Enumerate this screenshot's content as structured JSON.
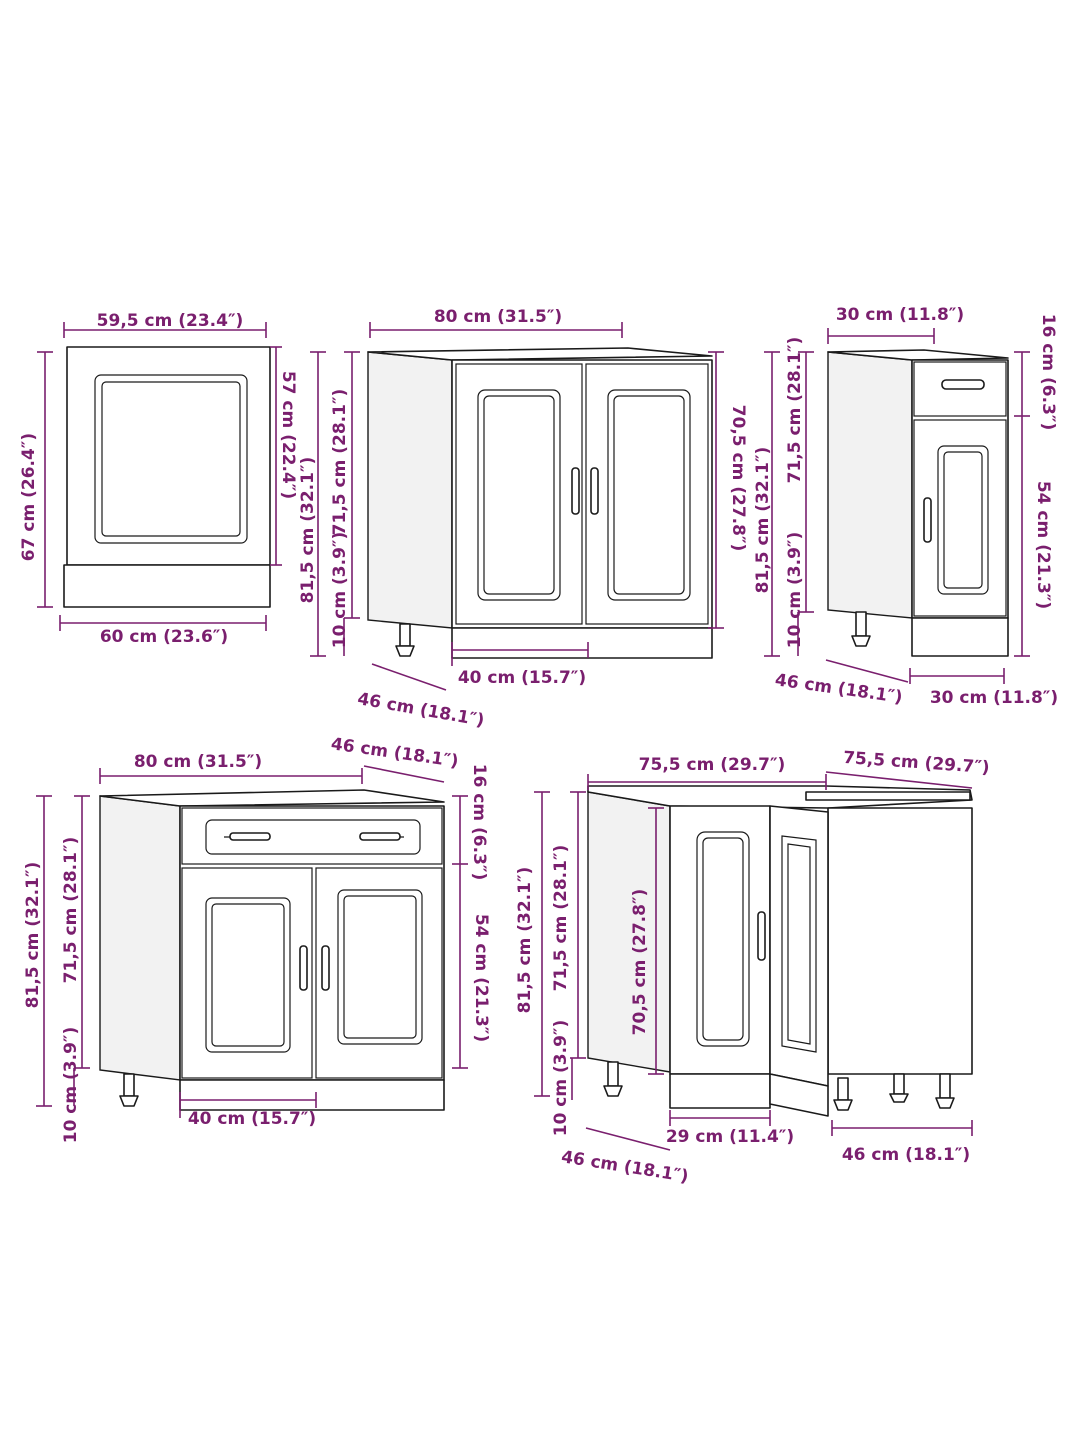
{
  "colors": {
    "dimension": "#7a1f6e",
    "outline": "#1a1a1a",
    "background": "#ffffff"
  },
  "cabinets": {
    "oven_unit": {
      "top_width": "59,5 cm (23.4″)",
      "bottom_width": "60 cm (23.6″)",
      "height": "67 cm (26.4″)",
      "inner_height": "57 cm (22.4″)"
    },
    "sink_unit": {
      "width": "80 cm (31.5″)",
      "door_height": "70,5 cm (27.8″)",
      "total_height": "81,5 cm (32.1″)",
      "body_height": "71,5 cm (28.1″)",
      "leg_height": "10 cm (3.9″)",
      "door_width": "40 cm (15.7″)",
      "depth": "46 cm (18.1″)"
    },
    "narrow_unit": {
      "width": "30 cm (11.8″)",
      "drawer_height": "16 cm (6.3″)",
      "door_height": "54 cm (21.3″)",
      "total_height": "81,5 cm (32.1″)",
      "body_height": "71,5 cm (28.1″)",
      "leg_height": "10 cm (3.9″)",
      "depth": "46 cm (18.1″)",
      "bottom_width": "30 cm (11.8″)"
    },
    "drawer_unit": {
      "width": "80 cm (31.5″)",
      "depth": "46 cm (18.1″)",
      "drawer_height": "16 cm (6.3″)",
      "door_height": "54 cm (21.3″)",
      "total_height": "81,5 cm (32.1″)",
      "body_height": "71,5 cm (28.1″)",
      "leg_height": "10 cm (3.9″)",
      "door_width": "40 cm (15.7″)"
    },
    "corner_unit": {
      "width_left": "75,5 cm (29.7″)",
      "width_right": "75,5 cm (29.7″)",
      "total_height": "81,5 cm (32.1″)",
      "body_height": "71,5 cm (28.1″)",
      "door_height": "70,5 cm (27.8″)",
      "leg_height": "10 cm (3.9″)",
      "depth_left": "46 cm (18.1″)",
      "door_width": "29 cm (11.4″)",
      "depth_right": "46 cm (18.1″)"
    }
  }
}
